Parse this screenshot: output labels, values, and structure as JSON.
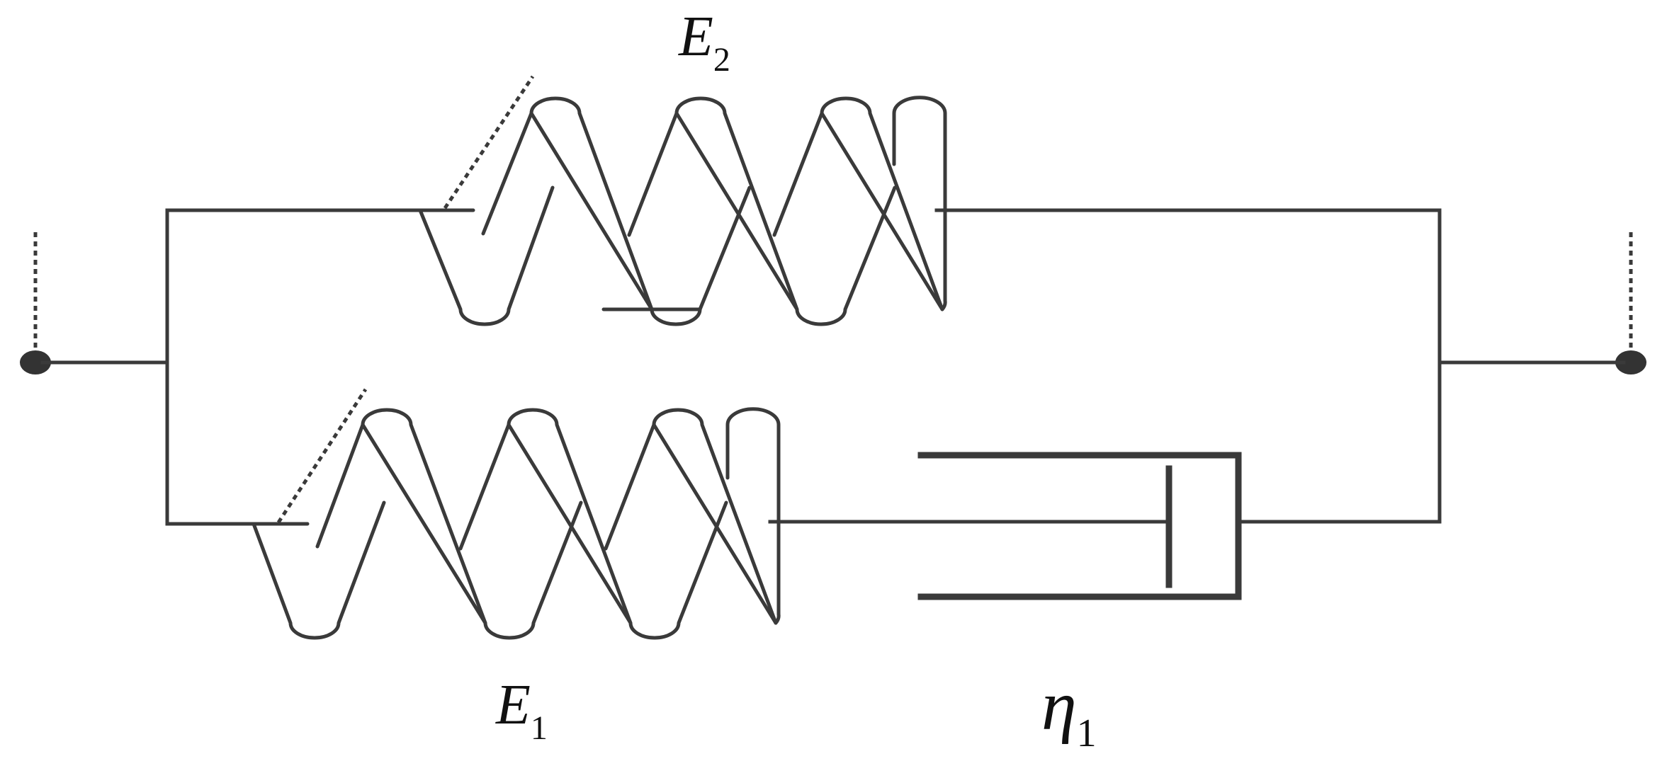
{
  "labels": {
    "spring_top": {
      "symbol": "E",
      "subscript": "2"
    },
    "spring_bottom": {
      "symbol": "E",
      "subscript": "1"
    },
    "dashpot": {
      "symbol": "η",
      "subscript": "1"
    }
  }
}
